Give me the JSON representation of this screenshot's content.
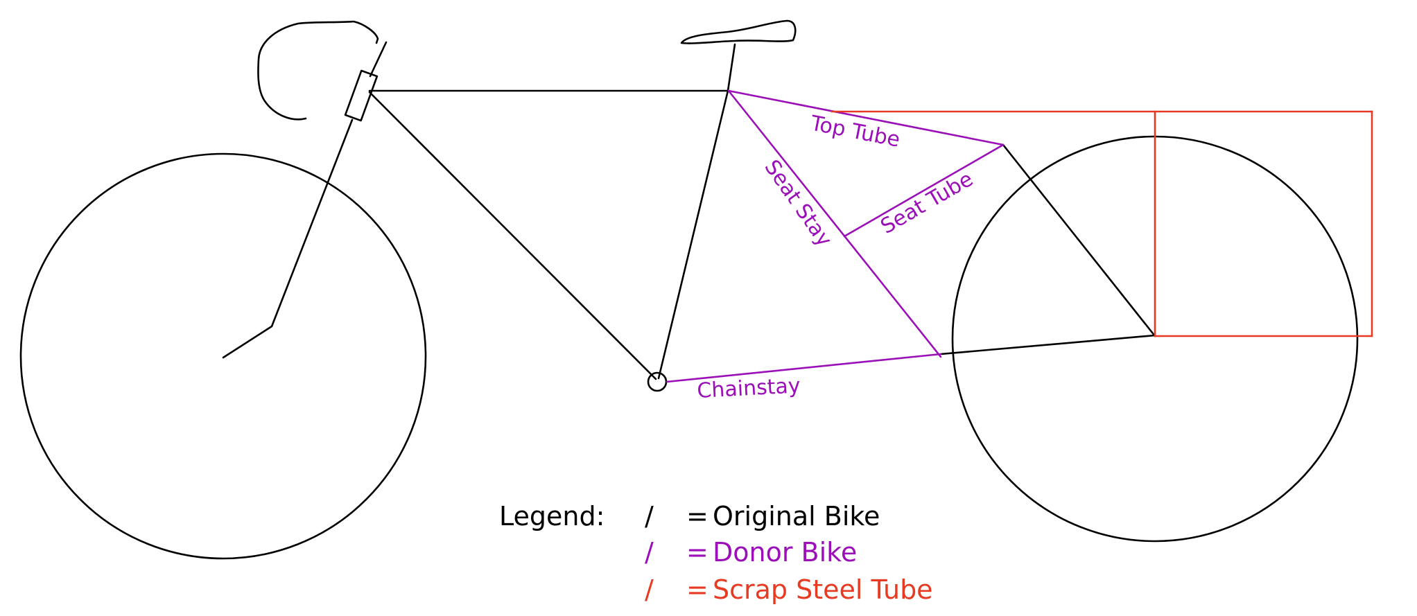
{
  "colors": {
    "original": "#000000",
    "donor": "#9b0fb8",
    "scrap": "#e83a22"
  },
  "labels": {
    "top_tube": "Top Tube",
    "seat_stay": "Seat Stay",
    "seat_tube": "Seat Tube",
    "chainstay": "Chainstay"
  },
  "legend": {
    "title": "Legend:",
    "entries": [
      {
        "symbol": "/",
        "equals": "=",
        "label": "Original Bike",
        "color_key": "original"
      },
      {
        "symbol": "/",
        "equals": "=",
        "label": "Donor Bike",
        "color_key": "donor"
      },
      {
        "symbol": "/",
        "equals": "=",
        "label": "Scrap Steel Tube",
        "color_key": "scrap"
      }
    ]
  }
}
